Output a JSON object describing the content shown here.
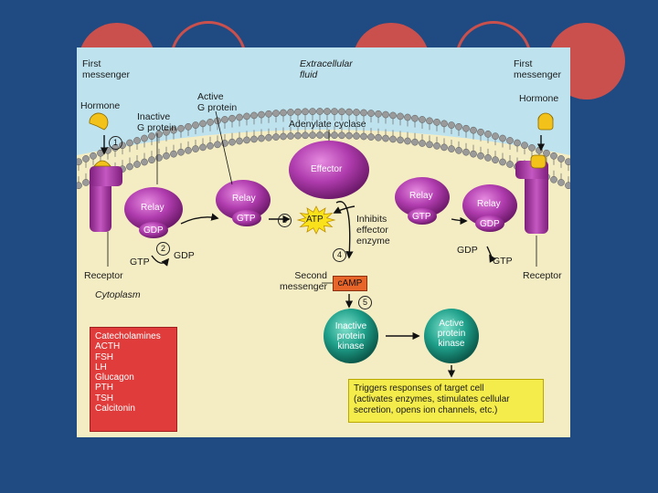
{
  "colors": {
    "slide_background": "#1f4a82",
    "decor_circles": "#c9504c",
    "extracellular": "#bfe3ee",
    "cytoplasm": "#f4edc4",
    "protein_magenta": "#b03cae",
    "kinase_teal": "#1fa08a",
    "camp_box": "#e8652a",
    "hormone_list_box": "#e03c3c",
    "response_box": "#f4ec4a"
  },
  "labels": {
    "first_messenger_left": [
      "First",
      "messenger"
    ],
    "first_messenger_right": [
      "First",
      "messenger"
    ],
    "extracellular_fluid": [
      "Extracellular",
      "fluid"
    ],
    "hormone_left": "Hormone",
    "hormone_right": "Hormone",
    "inactive_g_protein": [
      "Inactive",
      "G protein"
    ],
    "active_g_protein": [
      "Active",
      "G protein"
    ],
    "adenylate_cyclase": "Adenylate cyclase",
    "effector": "Effector",
    "relay": "Relay",
    "gdp": "GDP",
    "gtp": "GTP",
    "atp": "ATP",
    "inhibits_effector_enzyme": [
      "Inhibits",
      "effector",
      "enzyme"
    ],
    "receptor_left": "Receptor",
    "receptor_right": "Receptor",
    "cytoplasm": "Cytoplasm",
    "second_messenger": [
      "Second",
      "messenger"
    ],
    "camp": "cAMP",
    "inactive_protein_kinase": [
      "Inactive",
      "protein",
      "kinase"
    ],
    "active_protein_kinase": [
      "Active",
      "protein",
      "kinase"
    ]
  },
  "steps": [
    "1",
    "2",
    "3",
    "4",
    "5"
  ],
  "hormone_list": [
    "Catecholamines",
    "ACTH",
    "FSH",
    "LH",
    "Glucagon",
    "PTH",
    "TSH",
    "Calcitonin"
  ],
  "response_text": [
    "Triggers responses of target cell",
    "(activates enzymes, stimulates cellular",
    "secretion, opens ion channels, etc.)"
  ]
}
